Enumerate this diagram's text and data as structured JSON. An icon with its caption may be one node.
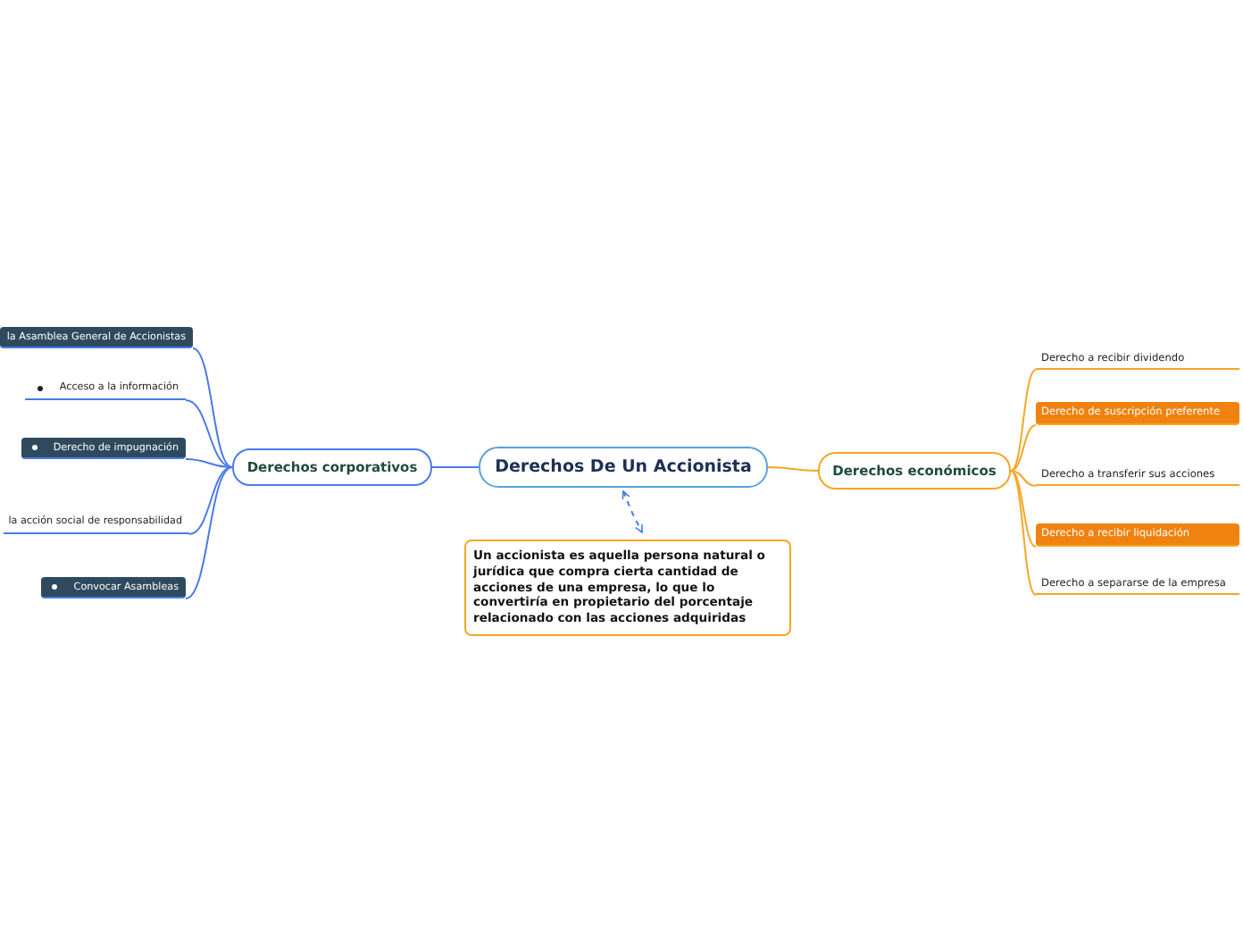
{
  "diagram": {
    "nodes": [
      {
        "text": [
          "Derechos De Un Accionista"
        ]
      },
      {
        "text": [
          "Derechos corporativos"
        ]
      },
      {
        "text": [
          "Derechos económicos"
        ]
      },
      {
        "text": [
          "Un accionista es aquella persona natural o jurídica que compra cierta cantidad de acciones de una empresa, lo que lo convertiría en propietario del porcentaje relacionado con las acciones adquiridas"
        ]
      },
      {
        "text": [
          "la Asamblea General de Accionistas"
        ]
      },
      {
        "text": [
          "Acceso a la información"
        ]
      },
      {
        "text": [
          "Derecho de impugnación"
        ]
      },
      {
        "text": [
          "la acción social de responsabilidad"
        ]
      },
      {
        "text": [
          "Convocar Asambleas"
        ]
      },
      {
        "text": [
          "Derecho a recibir dividendo"
        ]
      },
      {
        "text": [
          "Derecho de suscripción preferente"
        ]
      },
      {
        "text": [
          "Derecho a transferir sus acciones"
        ]
      },
      {
        "text": [
          "Derecho a recibir liquidación"
        ]
      },
      {
        "text": [
          "Derecho a separarse de la empresa"
        ]
      }
    ],
    "edges": [
      {
        "from": 0,
        "to": 1,
        "arrow": "none"
      },
      {
        "from": 0,
        "to": 2,
        "arrow": "none",
        "color": "#f5a623"
      },
      {
        "from": 0,
        "to": 3,
        "arrow": "both",
        "style": "dashed"
      },
      {
        "from": 1,
        "to": 4,
        "arrow": "none"
      },
      {
        "from": 1,
        "to": 5,
        "arrow": "none"
      },
      {
        "from": 1,
        "to": 6,
        "arrow": "none"
      },
      {
        "from": 1,
        "to": 7,
        "arrow": "none"
      },
      {
        "from": 1,
        "to": 8,
        "arrow": "none"
      },
      {
        "from": 2,
        "to": 9,
        "arrow": "none",
        "color": "#f5a623"
      },
      {
        "from": 2,
        "to": 10,
        "arrow": "none",
        "color": "#f5a623"
      },
      {
        "from": 2,
        "to": 11,
        "arrow": "none",
        "color": "#f5a623"
      },
      {
        "from": 2,
        "to": 12,
        "arrow": "none",
        "color": "#f5a623"
      },
      {
        "from": 2,
        "to": 13,
        "arrow": "none",
        "color": "#f5a623"
      }
    ]
  }
}
